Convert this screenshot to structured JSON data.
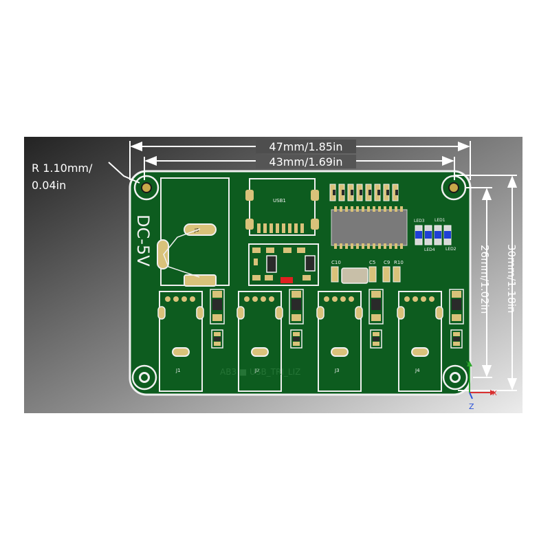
{
  "dimensions": {
    "outer_width": "47mm/1.85in",
    "hole_pitch_width": "43mm/1.69in",
    "outer_height": "30mm/1.18in",
    "hole_pitch_height": "26mm/1.02in",
    "hole_radius_line1": "R 1.10mm/",
    "hole_radius_line2": "0.04in"
  },
  "board": {
    "silkscreen_power": "DC-5V",
    "connectors": [
      "J1",
      "J2",
      "J3",
      "J4"
    ],
    "power_jack": "J5",
    "usb": "USB1",
    "caps": [
      "C10",
      "C5",
      "C9"
    ],
    "resistor": "R10",
    "leds_top": [
      "LED3",
      "LED1"
    ],
    "leds_bottom": [
      "LED4",
      "LED2"
    ]
  },
  "axes": {
    "x": "X",
    "y": "Y",
    "z": "Z"
  },
  "colors": {
    "background_top": "#262626",
    "background_bottom": "#e6e6e6",
    "board": "#0d5c1f",
    "board_edge": "#f2f2f2",
    "silkscreen": "#f2f2f2",
    "pad": "#d9c27a",
    "axis_x": "#d93030",
    "axis_y": "#2ea82e",
    "axis_z": "#2850d8"
  }
}
